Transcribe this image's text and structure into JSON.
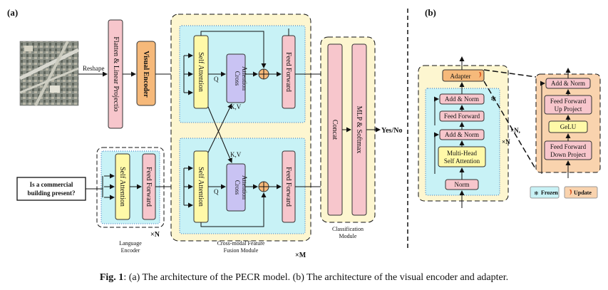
{
  "panel_labels": {
    "a": "(a)",
    "b": "(b)"
  },
  "image_input": {
    "reshape_label": "Reshape"
  },
  "blocks": {
    "flatten": "Flatten & Linear Projectio",
    "visual_encoder": "Visual Encoder",
    "self_attention": "Self Attention",
    "cross_attention_top": "Cross",
    "cross_attention_bottom": "Attention",
    "feed_forward": "Feed Forward",
    "concat": "Concat",
    "mlp_softmax": "MLP & Softmax"
  },
  "question": {
    "line1": "Is a commercial",
    "line2": "building present?"
  },
  "labels": {
    "q": "Q",
    "kv": "K,V",
    "output": "Yes/No",
    "times_n": "×N",
    "times_m": "×M",
    "language_encoder_1": "Language",
    "language_encoder_2": "Encoder",
    "fusion_module_1": "Cross-modal Feature",
    "fusion_module_2": "Fusion Module",
    "classification_1": "Classification",
    "classification_2": "Module"
  },
  "panel_b": {
    "adapter": "Adapter",
    "add_norm": "Add & Norm",
    "feed_forward": "Feed Forward",
    "mha_1": "Multi-Head",
    "mha_2": "Self Attention",
    "norm": "Norm",
    "times_n": "×N,",
    "times_n2": "×N",
    "adapter_detail": {
      "add_norm": "Add & Norm",
      "ff_up_1": "Feed Forward",
      "ff_up_2": "Up Project",
      "gelu": "GeLU",
      "ff_down_1": "Feed Forward",
      "ff_down_2": "Down Project"
    },
    "legend": {
      "frozen": "Frozen",
      "update": "Update"
    }
  },
  "caption": {
    "prefix": "Fig. 1",
    "text": ": (a) The architecture of the PECR model. (b) The architecture of the visual encoder and adapter."
  },
  "colors": {
    "fusion_bg": "#fdf6d0",
    "inner_bg": "#c8f2f6",
    "block_pink": "#f7c6cc",
    "block_yellow": "#fff9a8",
    "block_purple": "#c9c3f3",
    "block_orange": "#f6b97a",
    "adapter_bg": "#f9d3ae"
  }
}
